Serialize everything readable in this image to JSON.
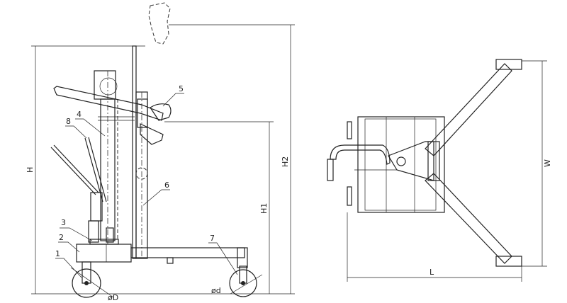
{
  "title": "Drum truck technical drawing",
  "side_view": {
    "part_labels": [
      "1",
      "2",
      "3",
      "4",
      "5",
      "6",
      "7",
      "8"
    ],
    "dimensions": {
      "H": "H",
      "H1": "H1",
      "H2": "H2",
      "wheel_large": "øD",
      "wheel_small": "ød"
    }
  },
  "top_view": {
    "dimensions": {
      "W": "W",
      "L": "L"
    }
  }
}
